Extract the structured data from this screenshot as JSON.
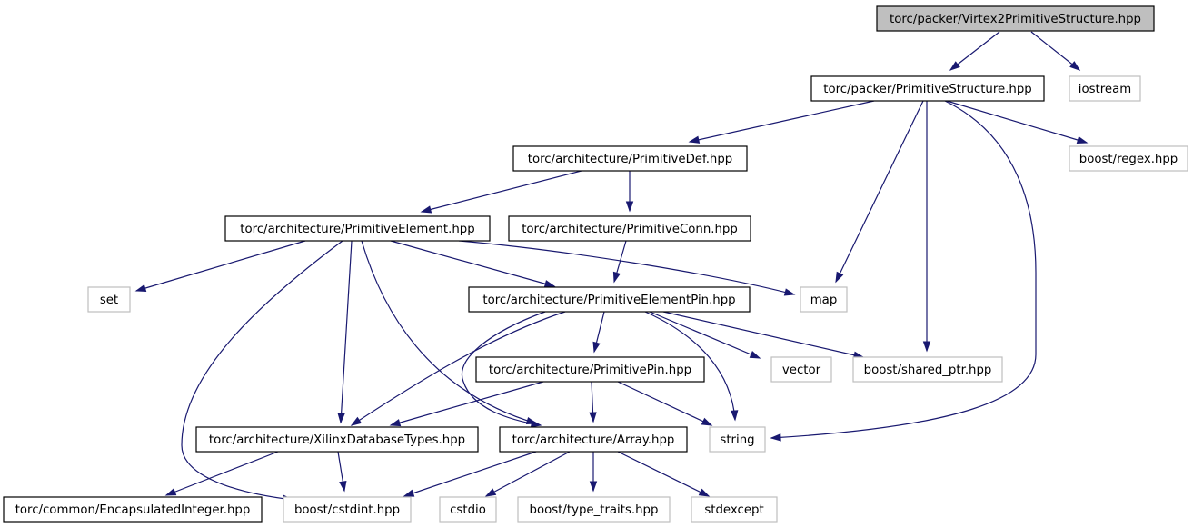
{
  "graph": {
    "nodes": [
      {
        "id": "root",
        "label": "torc/packer/Virtex2PrimitiveStructure.hpp",
        "kind": "root"
      },
      {
        "id": "ps",
        "label": "torc/packer/PrimitiveStructure.hpp",
        "kind": "project"
      },
      {
        "id": "iostream",
        "label": "iostream",
        "kind": "system"
      },
      {
        "id": "pdef",
        "label": "torc/architecture/PrimitiveDef.hpp",
        "kind": "project"
      },
      {
        "id": "regex",
        "label": "boost/regex.hpp",
        "kind": "system"
      },
      {
        "id": "pelem",
        "label": "torc/architecture/PrimitiveElement.hpp",
        "kind": "project"
      },
      {
        "id": "pconn",
        "label": "torc/architecture/PrimitiveConn.hpp",
        "kind": "project"
      },
      {
        "id": "set",
        "label": "set",
        "kind": "system"
      },
      {
        "id": "pep",
        "label": "torc/architecture/PrimitiveElementPin.hpp",
        "kind": "project"
      },
      {
        "id": "map",
        "label": "map",
        "kind": "system"
      },
      {
        "id": "ppin",
        "label": "torc/architecture/PrimitivePin.hpp",
        "kind": "project"
      },
      {
        "id": "vector",
        "label": "vector",
        "kind": "system"
      },
      {
        "id": "sptr",
        "label": "boost/shared_ptr.hpp",
        "kind": "system"
      },
      {
        "id": "xdt",
        "label": "torc/architecture/XilinxDatabaseTypes.hpp",
        "kind": "project"
      },
      {
        "id": "array",
        "label": "torc/architecture/Array.hpp",
        "kind": "project"
      },
      {
        "id": "string",
        "label": "string",
        "kind": "system"
      },
      {
        "id": "encint",
        "label": "torc/common/EncapsulatedInteger.hpp",
        "kind": "project"
      },
      {
        "id": "cstdint",
        "label": "boost/cstdint.hpp",
        "kind": "system"
      },
      {
        "id": "cstdio",
        "label": "cstdio",
        "kind": "system"
      },
      {
        "id": "ttraits",
        "label": "boost/type_traits.hpp",
        "kind": "system"
      },
      {
        "id": "stdexcept",
        "label": "stdexcept",
        "kind": "system"
      }
    ],
    "edges": [
      {
        "from": "root",
        "to": "ps"
      },
      {
        "from": "root",
        "to": "iostream"
      },
      {
        "from": "ps",
        "to": "pdef"
      },
      {
        "from": "ps",
        "to": "regex"
      },
      {
        "from": "ps",
        "to": "map"
      },
      {
        "from": "ps",
        "to": "sptr"
      },
      {
        "from": "ps",
        "to": "string"
      },
      {
        "from": "pdef",
        "to": "pelem"
      },
      {
        "from": "pdef",
        "to": "pconn"
      },
      {
        "from": "pelem",
        "to": "set"
      },
      {
        "from": "pelem",
        "to": "map"
      },
      {
        "from": "pelem",
        "to": "pep"
      },
      {
        "from": "pelem",
        "to": "xdt"
      },
      {
        "from": "pelem",
        "to": "array"
      },
      {
        "from": "pelem",
        "to": "cstdint"
      },
      {
        "from": "pconn",
        "to": "pep"
      },
      {
        "from": "pep",
        "to": "ppin"
      },
      {
        "from": "pep",
        "to": "vector"
      },
      {
        "from": "pep",
        "to": "sptr"
      },
      {
        "from": "pep",
        "to": "xdt"
      },
      {
        "from": "pep",
        "to": "array"
      },
      {
        "from": "pep",
        "to": "string"
      },
      {
        "from": "ppin",
        "to": "xdt"
      },
      {
        "from": "ppin",
        "to": "array"
      },
      {
        "from": "ppin",
        "to": "string"
      },
      {
        "from": "xdt",
        "to": "encint"
      },
      {
        "from": "xdt",
        "to": "cstdint"
      },
      {
        "from": "array",
        "to": "cstdint"
      },
      {
        "from": "array",
        "to": "cstdio"
      },
      {
        "from": "array",
        "to": "ttraits"
      },
      {
        "from": "array",
        "to": "stdexcept"
      }
    ]
  }
}
